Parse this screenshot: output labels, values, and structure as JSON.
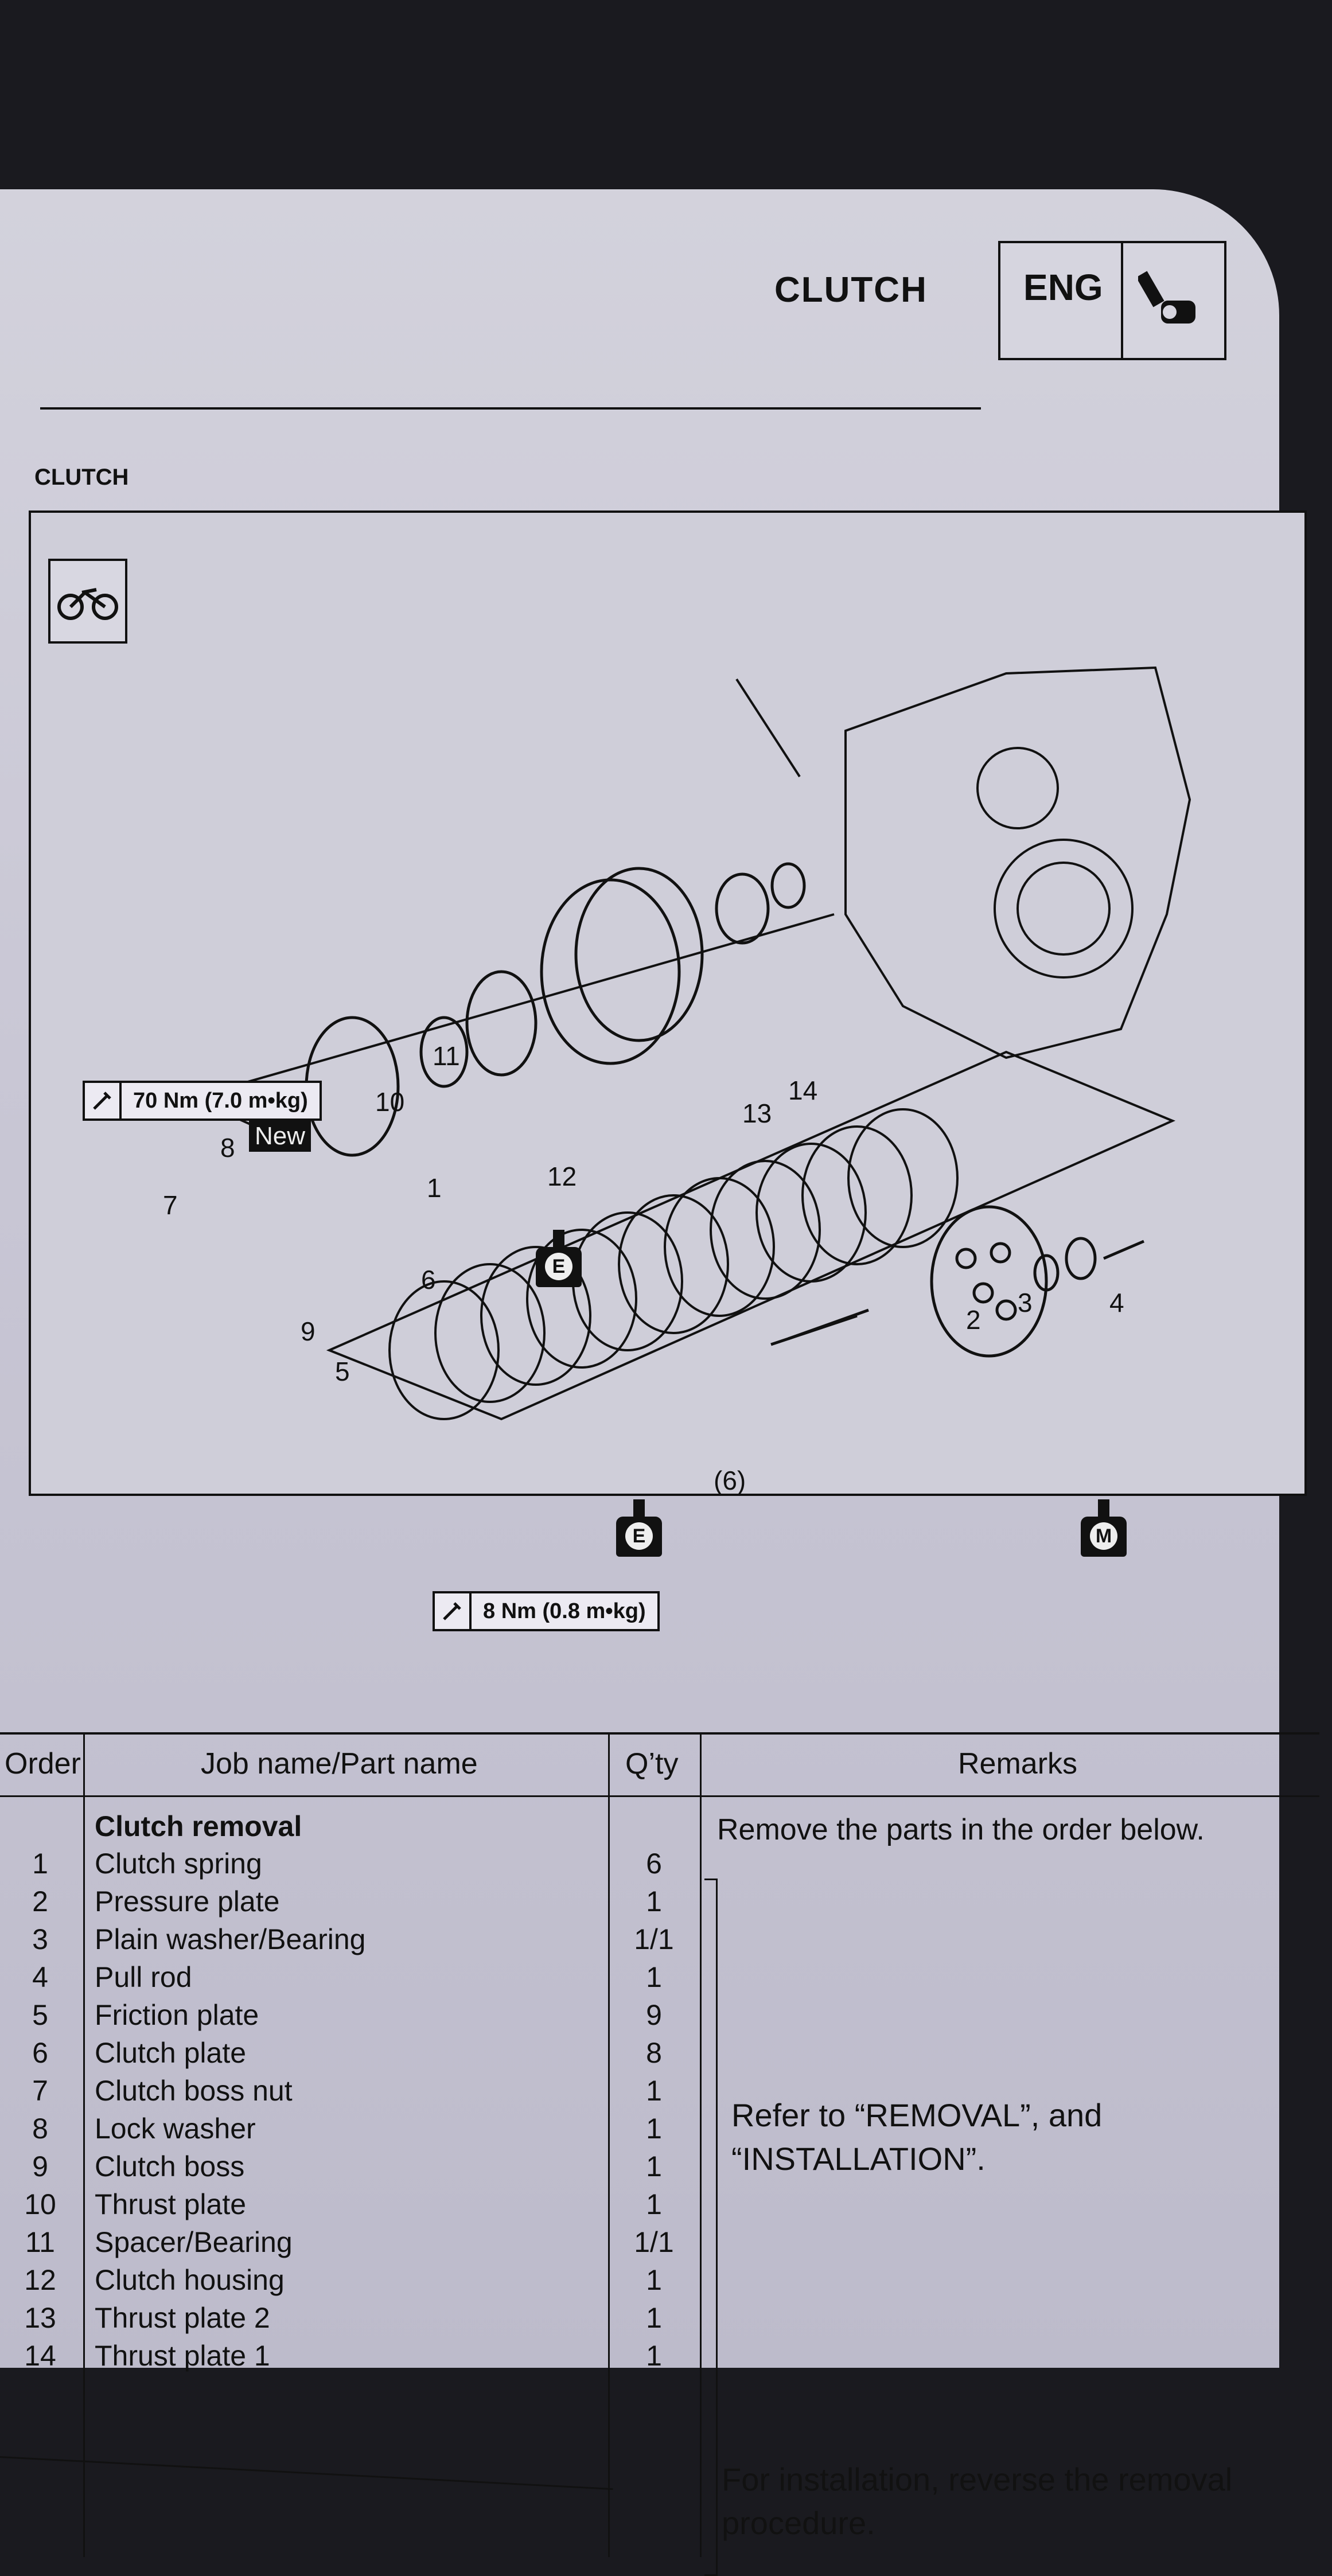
{
  "header": {
    "title": "CLUTCH",
    "tab": "ENG"
  },
  "section_label": "CLUTCH",
  "diagram": {
    "torque_specs": [
      "70 Nm (7.0 m•kg)",
      "8 Nm (0.8 m•kg)"
    ],
    "new_badge": "New",
    "lube_marks": [
      "E",
      "E",
      "M"
    ],
    "callouts": [
      "1",
      "2",
      "3",
      "4",
      "5",
      "6",
      "7",
      "8",
      "9",
      "10",
      "11",
      "12",
      "13",
      "14",
      "(6)"
    ]
  },
  "table": {
    "headers": {
      "order": "Order",
      "name": "Job name/Part name",
      "qty": "Q’ty",
      "remarks": "Remarks"
    },
    "job_title": "Clutch removal",
    "rows": [
      {
        "order": "1",
        "name": "Clutch spring",
        "qty": "6"
      },
      {
        "order": "2",
        "name": "Pressure plate",
        "qty": "1"
      },
      {
        "order": "3",
        "name": "Plain washer/Bearing",
        "qty": "1/1"
      },
      {
        "order": "4",
        "name": "Pull rod",
        "qty": "1"
      },
      {
        "order": "5",
        "name": "Friction plate",
        "qty": "9"
      },
      {
        "order": "6",
        "name": "Clutch plate",
        "qty": "8"
      },
      {
        "order": "7",
        "name": "Clutch boss nut",
        "qty": "1"
      },
      {
        "order": "8",
        "name": "Lock washer",
        "qty": "1"
      },
      {
        "order": "9",
        "name": "Clutch boss",
        "qty": "1"
      },
      {
        "order": "10",
        "name": "Thrust plate",
        "qty": "1"
      },
      {
        "order": "11",
        "name": "Spacer/Bearing",
        "qty": "1/1"
      },
      {
        "order": "12",
        "name": "Clutch housing",
        "qty": "1"
      },
      {
        "order": "13",
        "name": "Thrust plate 2",
        "qty": "1"
      },
      {
        "order": "14",
        "name": "Thrust plate 1",
        "qty": "1"
      }
    ],
    "remarks": {
      "top": "Remove the parts in the order below.",
      "middle_line1": "Refer to “REMOVAL”, and",
      "middle_line2": "“INSTALLATION”.",
      "bottom_line1": "For installation, reverse the removal",
      "bottom_line2": "procedure."
    }
  }
}
